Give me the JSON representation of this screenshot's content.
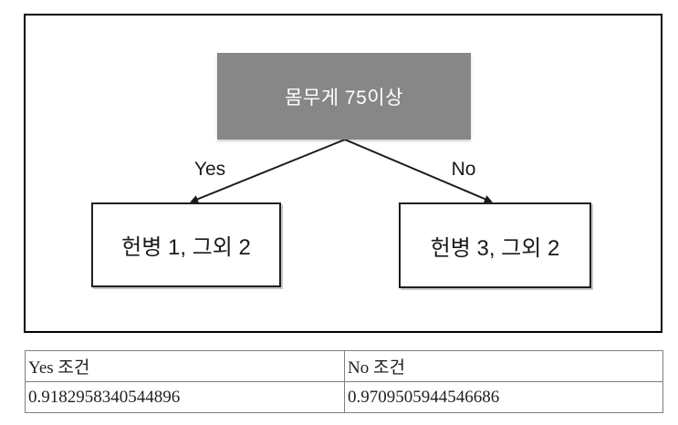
{
  "diagram": {
    "root": {
      "label": "몸무게 75이상"
    },
    "branches": [
      {
        "label": "Yes"
      },
      {
        "label": "No"
      }
    ],
    "leaves": [
      {
        "label": "헌병 1, 그외 2"
      },
      {
        "label": "헌병 3, 그외 2"
      }
    ]
  },
  "table": {
    "headers": [
      "Yes 조건",
      "No 조건"
    ],
    "values": [
      "0.9182958340544896",
      "0.9709505944546686"
    ]
  },
  "colors": {
    "root_fill": "#878787",
    "root_text": "#ffffff",
    "leaf_border": "#1f1f1f",
    "frame_border": "#000000",
    "table_border": "#7f7f7f",
    "arrow": "#1a1a1a"
  }
}
